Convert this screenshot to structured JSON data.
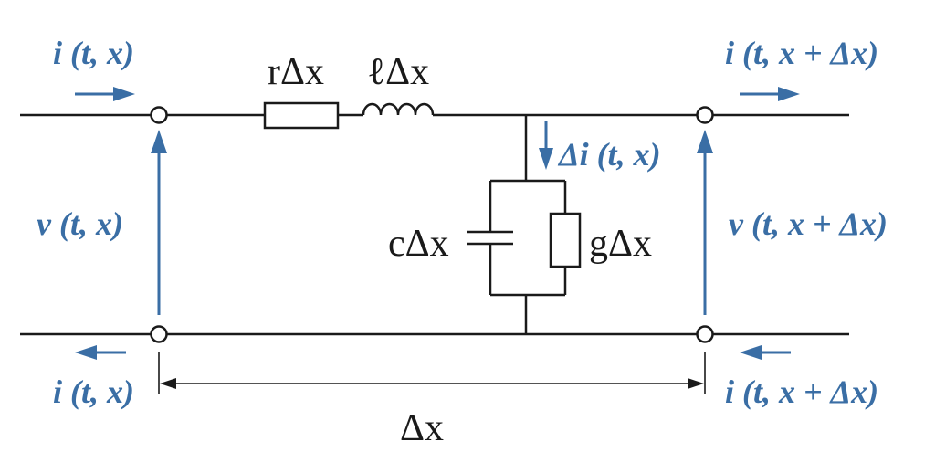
{
  "labels": {
    "i_left_top": "i (t, x)",
    "i_right_top": "i (t, x + Δx)",
    "v_left": "v (t, x)",
    "v_right": "v (t, x + Δx)",
    "i_left_bottom": "i (t, x)",
    "i_right_bottom": "i (t, x + Δx)",
    "delta_i": "Δi (t, x)",
    "resistor": "rΔx",
    "inductor": "ℓΔx",
    "capacitor": "cΔx",
    "conductance": "gΔx",
    "length": "Δx"
  },
  "colors": {
    "accent": "#3a6ea5",
    "wire": "#1a1a1a"
  }
}
